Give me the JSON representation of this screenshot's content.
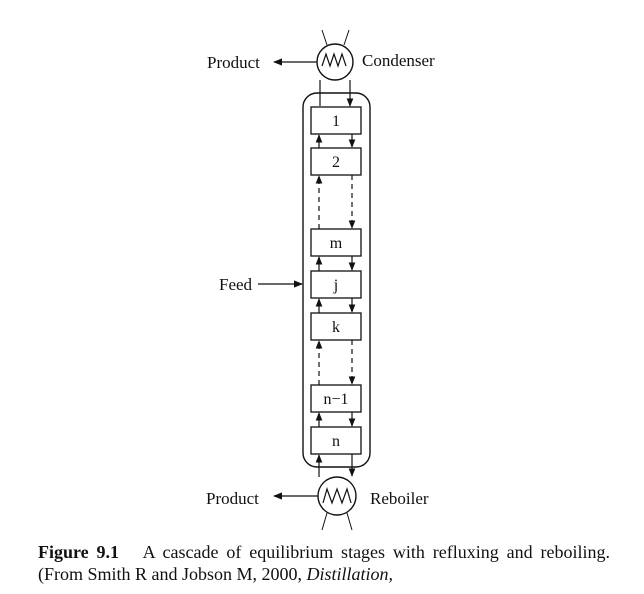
{
  "labels": {
    "product_top": "Product",
    "condenser": "Condenser",
    "feed": "Feed",
    "product_bottom": "Product",
    "reboiler": "Reboiler"
  },
  "stages": [
    "1",
    "2",
    "m",
    "j",
    "k",
    "n−1",
    "n"
  ],
  "caption": {
    "figure_number": "Figure 9.1",
    "text": "A cascade of equilibrium stages with refluxing and reboiling. (From Smith R and Jobson M, 2000, ",
    "italic": "Distillation,"
  }
}
